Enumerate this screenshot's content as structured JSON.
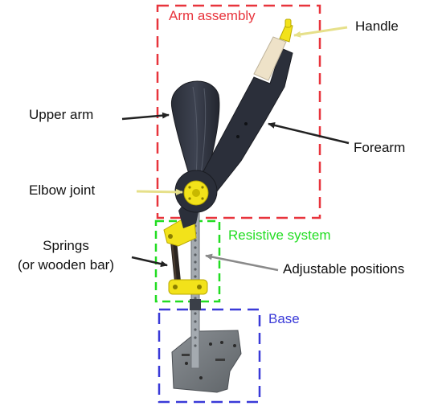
{
  "groups": {
    "arm_assembly": {
      "label": "Arm assembly",
      "color": "#e8343c"
    },
    "resistive_system": {
      "label": "Resistive system",
      "color": "#22dd22"
    },
    "base": {
      "label": "Base",
      "color": "#3a3ad8"
    }
  },
  "labels": {
    "handle": "Handle",
    "upper_arm": "Upper arm",
    "forearm": "Forearm",
    "elbow_joint": "Elbow joint",
    "springs_line1": "Springs",
    "springs_line2": "(or wooden bar)",
    "adjustable_positions": "Adjustable positions"
  },
  "colors": {
    "arrow_dark": "#222222",
    "arrow_yellow": "#e6e08a",
    "arrow_gray": "#8a8a8a",
    "plastic_black": "#2b2f3a",
    "plastic_yellow": "#f2e21a",
    "metal": "#9aa0a6",
    "beige": "#eee2c8"
  }
}
